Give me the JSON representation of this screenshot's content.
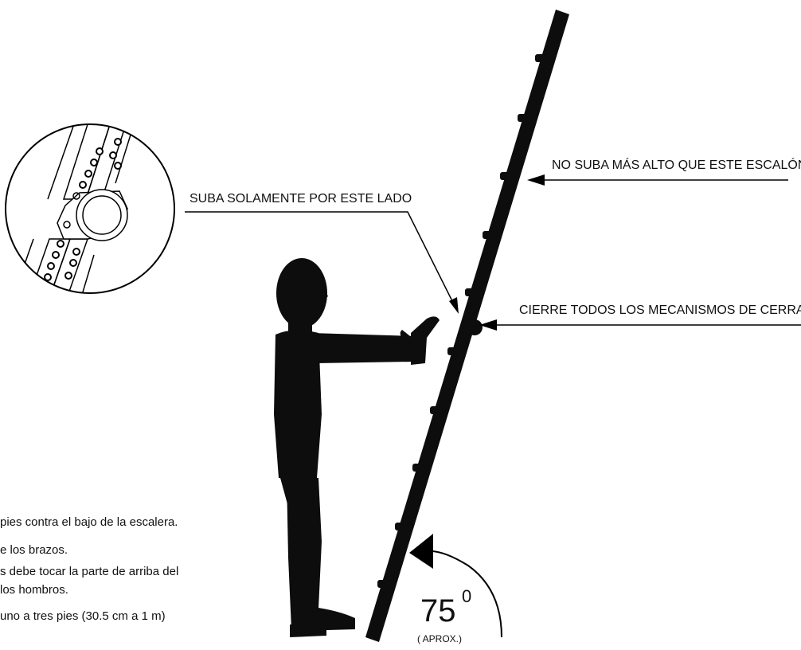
{
  "labels": {
    "top_rung": "NO SUBA MÁS ALTO QUE ESTE ESCALÓN",
    "climb_side": "SUBA SOLAMENTE POR ESTE LADO",
    "locks": "CIERRE TODOS LOS MECANISMOS DE CERRAJE"
  },
  "angle": {
    "value": "75",
    "degree_mark": "0",
    "note": "( APROX.)"
  },
  "instructions": [
    "pies contra el bajo de la escalera.",
    "e los brazos.",
    "s debe tocar la parte de arriba del",
    "los hombros.",
    "uno a tres pies (30.5 cm a 1 m)"
  ]
}
